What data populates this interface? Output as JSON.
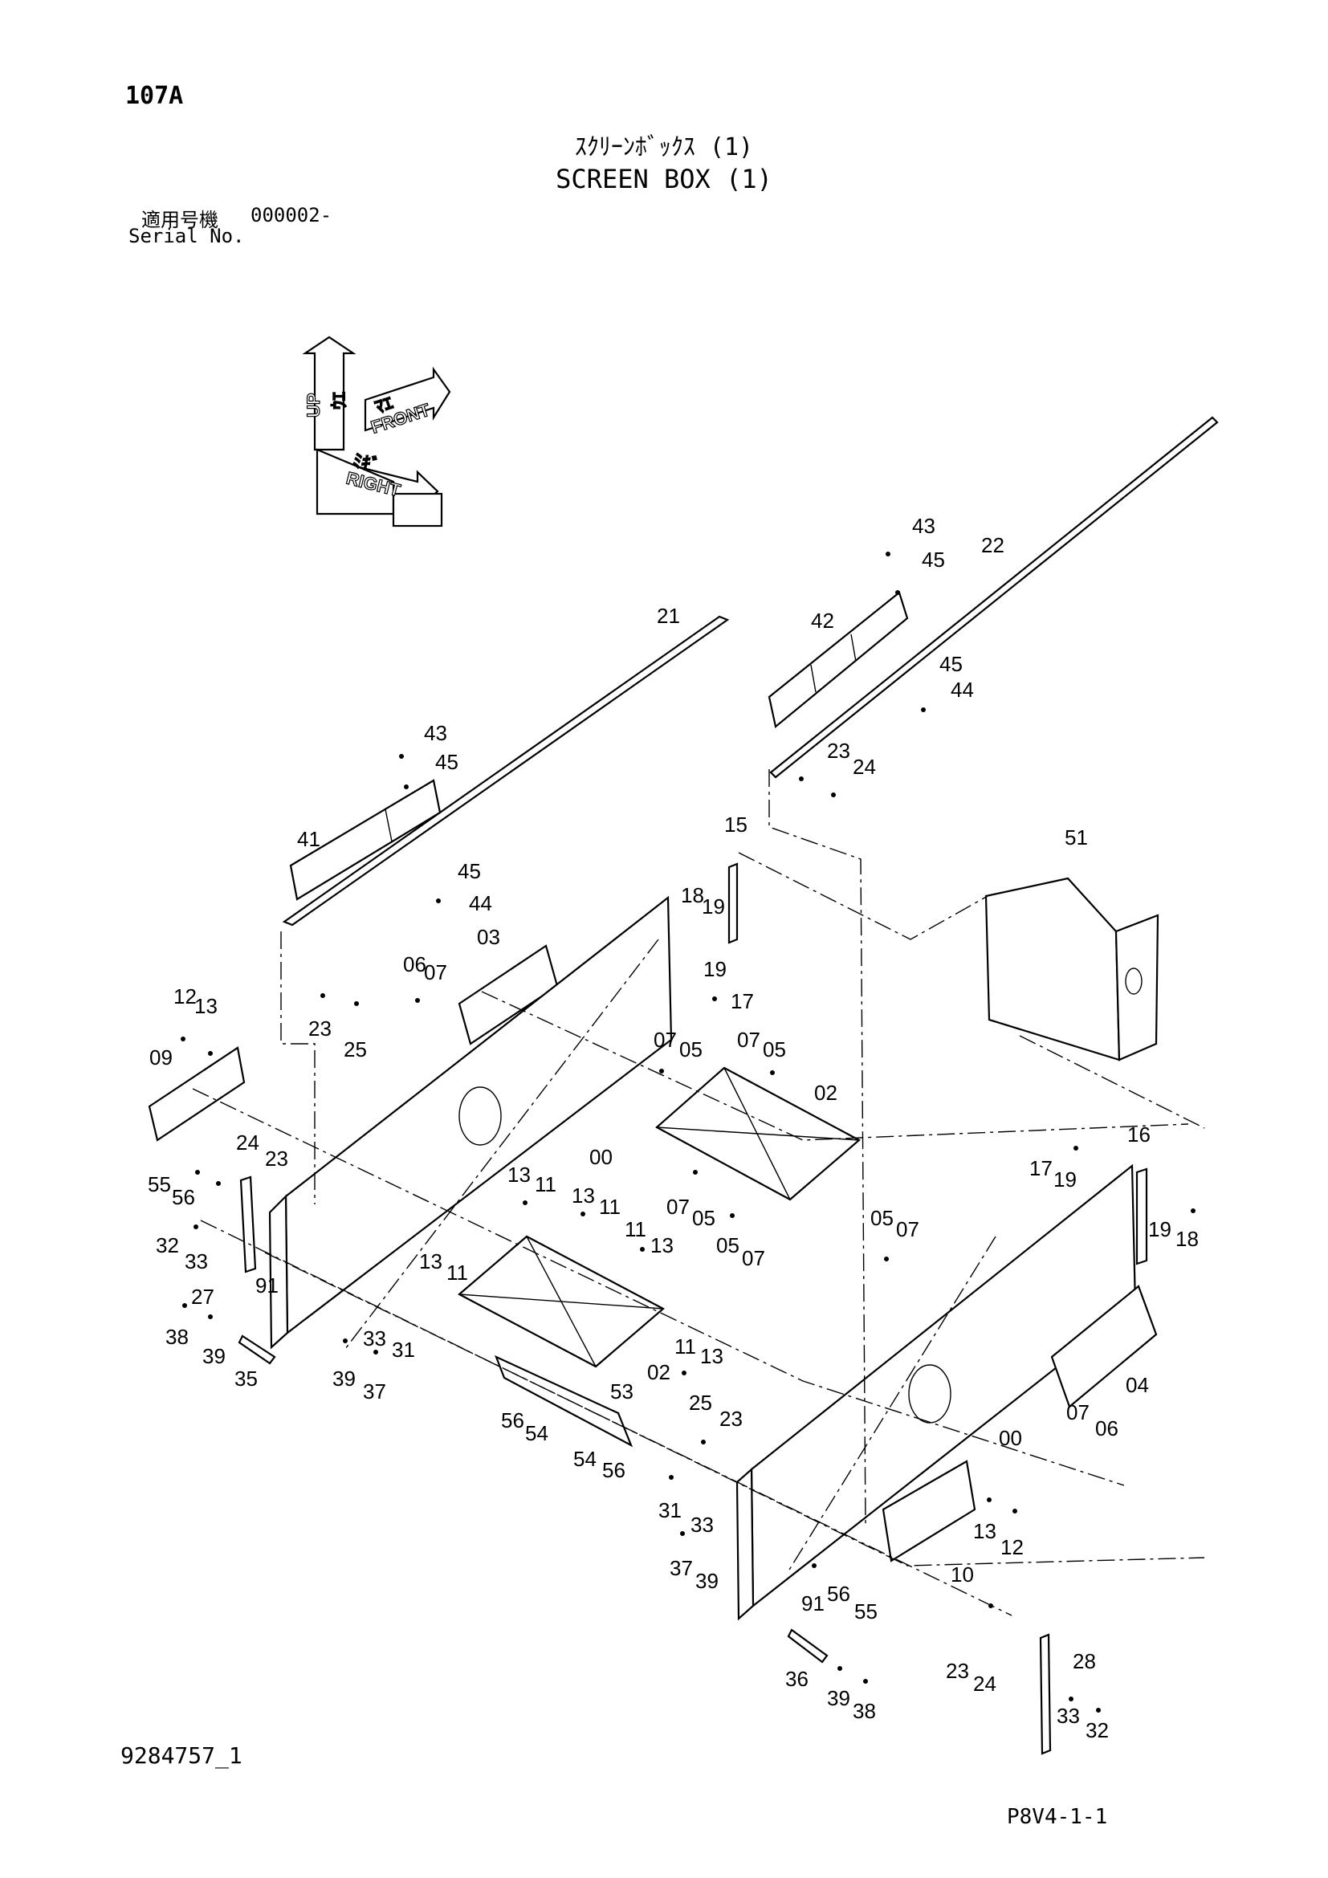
{
  "header": {
    "page_code": "107A",
    "title_jp": "ｽｸﾘｰﾝﾎﾞｯｸｽ (1)",
    "title_en": "SCREEN BOX (1)",
    "serial_label_jp": "適用号機",
    "serial_value": "000002-",
    "serial_label_en": "Serial No."
  },
  "orientation": {
    "up": "UP",
    "front": "FRONT",
    "right": "RIGHT",
    "up_jp": "ｳｴ",
    "front_jp": "ﾏｴ",
    "right_jp": "ﾐｷﾞ"
  },
  "footer": {
    "drawing_number": "9284757_1",
    "sheet_code": "P8V4-1-1"
  },
  "callouts": [
    "43",
    "45",
    "22",
    "21",
    "42",
    "45",
    "44",
    "43",
    "45",
    "23",
    "24",
    "41",
    "45",
    "44",
    "15",
    "51",
    "18",
    "19",
    "03",
    "06",
    "07",
    "19",
    "17",
    "12",
    "13",
    "23",
    "25",
    "09",
    "07",
    "05",
    "07",
    "05",
    "02",
    "00",
    "24",
    "23",
    "55",
    "56",
    "13",
    "11",
    "13",
    "11",
    "11",
    "13",
    "16",
    "17",
    "19",
    "19",
    "18",
    "32",
    "33",
    "91",
    "27",
    "13",
    "11",
    "07",
    "05",
    "05",
    "07",
    "05",
    "07",
    "38",
    "39",
    "35",
    "33",
    "31",
    "39",
    "37",
    "02",
    "11",
    "13",
    "25",
    "23",
    "04",
    "07",
    "06",
    "00",
    "56",
    "54",
    "53",
    "54",
    "56",
    "31",
    "33",
    "37",
    "39",
    "13",
    "12",
    "91",
    "56",
    "55",
    "10",
    "28",
    "36",
    "39",
    "38",
    "23",
    "24",
    "33",
    "32"
  ]
}
